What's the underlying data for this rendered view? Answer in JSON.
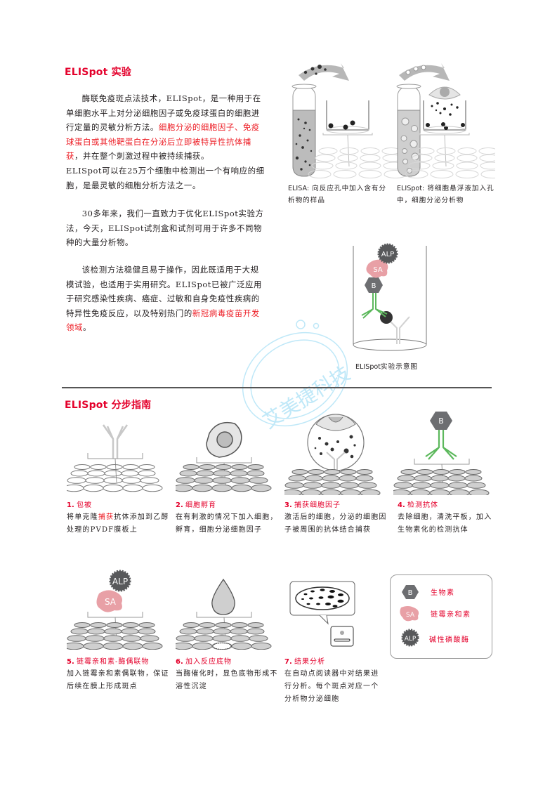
{
  "section1": {
    "title": "ELISpot 实验",
    "para1": {
      "text_a": "酶联免疫斑点法技术，ELISpot，是一种用于在单细胞水平上对分泌细胞因子或免疫球蛋白的细胞进行定量的灵敏分析方法。",
      "text_red": "细胞分泌的细胞因子、免疫球蛋白或其他靶蛋白在分泌后立即被特异性抗体捕获",
      "text_b": "，并在整个刺激过程中被持续捕获。",
      "text_c": "ELISpot可以在25万个细胞中检测出一个有响应的细胞，是最灵敏的细胞分析方法之一。"
    },
    "para2": "30多年来，我们一直致力于优化ELISpot实验方法，今天，ELISpot试剂盒和试剂可用于许多不同物种的大量分析物。",
    "para3": {
      "text_a": "该检测方法稳健且易于操作，因此既适用于大规模试验，也适用于实用研究。ELISpot已被广泛应用于研究感染性疾病、癌症、过敏和自身免疫性疾病的特异性免疫反应，以及特别热门的",
      "text_red": "新冠病毒疫苗开发领域",
      "text_end": "。"
    }
  },
  "figures": {
    "elisa": {
      "prefix": "ELISA:",
      "caption": " 向反应孔中加入含有分析物的样品"
    },
    "elispot": {
      "prefix": "ELISpot:",
      "caption": " 将细胞悬浮液加入孔中，细胞分泌分析物"
    },
    "schematic": {
      "prefix": "ELISpot",
      "caption": "实验示意图",
      "labels": {
        "alp": "ALP",
        "sa": "SA",
        "b": "B"
      }
    }
  },
  "watermark": "艾美捷科技",
  "section2": {
    "title": "ELISpot 分步指南",
    "steps": [
      {
        "num": "1.",
        "title_a": "包被",
        "body_a": "将单克隆",
        "body_red": "捕获",
        "body_b": "抗体添加到乙醇处理的PVDF膜板上"
      },
      {
        "num": "2.",
        "title_a": "细胞孵育",
        "body": "在有刺激的情况下加入细胞，孵育，细胞分泌细胞因子"
      },
      {
        "num": "3.",
        "title_a": "捕获细胞因子",
        "body": "激活后的细胞，分泌的细胞因子被周围的抗体结合捕获"
      },
      {
        "num": "4.",
        "title_a": "检测抗体",
        "body": "去除细胞，清洗平板，加入生物素化的检测抗体",
        "icon_label": "B"
      },
      {
        "num": "5.",
        "title_a": "链霉亲和素-酶偶联物",
        "body": "加入链霉亲和素偶联物，保证后续在膜上形成斑点",
        "icon_labels": {
          "alp": "ALP",
          "sa": "SA"
        }
      },
      {
        "num": "6.",
        "title_a": "加入反应底物",
        "body": "当酶催化时，显色底物形成不溶性沉淀"
      },
      {
        "num": "7.",
        "title_a": "结果分析",
        "body": "在自动点阅读器中对结果进行分析。每个斑点对应一个分析物分泌细胞"
      }
    ],
    "legend": [
      {
        "icon": "B",
        "label": "生物素"
      },
      {
        "icon": "SA",
        "label": "链霉亲和素"
      },
      {
        "icon": "ALP",
        "label": "碱性磷酸酶"
      }
    ]
  },
  "colors": {
    "accent_red": "#e4002b",
    "text_red": "#ed1c24",
    "antibody_green": "#5cb85c",
    "icon_gray": "#6d6e71",
    "sa_pink": "#e8a0a6",
    "watermark": "#bfe8f8"
  }
}
